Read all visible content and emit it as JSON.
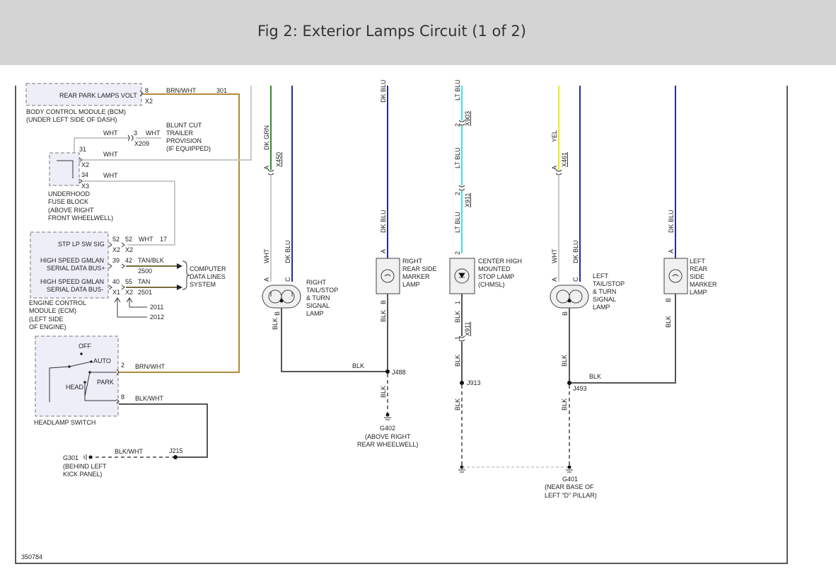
{
  "title": "Fig 2: Exterior Lamps Circuit (1 of 2)",
  "figure_number": "350784",
  "colors": {
    "header_bg": "#d4d4d4",
    "wire_brn_wht": "#b08a3a",
    "wire_dk_grn": "#2e8b2e",
    "wire_dk_blu": "#1a2f9a",
    "wire_lt_blu": "#40e0e0",
    "wire_yel": "#e8e820",
    "wire_wht": "#cccccc",
    "wire_tan": "#7a6a3a",
    "wire_blk": "#444444"
  },
  "bcm": {
    "pin_label": "REAR PARK LAMPS VOLT",
    "pin": "8",
    "connector": "X2",
    "wire": "BRN/WHT",
    "circuit": "301",
    "name": "BODY CONTROL MODULE (BCM)",
    "location": "(UNDER LEFT SIDE OF DASH)"
  },
  "trailer": {
    "wire_a": "WHT",
    "pin": "3",
    "wire_b": "WHT",
    "connector": "X209",
    "label_lines": [
      "BLUNT CUT",
      "TRAILER",
      "PROVISION",
      "(IF EQUIPPED)"
    ]
  },
  "fuse_block": {
    "pin_a": "31",
    "wire_a": "WHT",
    "conn_a": "X2",
    "pin_b": "34",
    "wire_b": "WHT",
    "conn_b": "X3",
    "label_lines": [
      "UNDERHOOD",
      "FUSE BLOCK",
      "(ABOVE RIGHT",
      "FRONT WHEELWELL)"
    ]
  },
  "ecm": {
    "sig1": "STP LP SW SIG",
    "sig1_pin_a": "52",
    "sig1_pin_b": "52",
    "sig1_wire": "WHT",
    "sig1_circuit": "17",
    "sig1_conn_a": "X2",
    "sig1_conn_b": "X2",
    "sig2_line1": "HIGH SPEED GMLAN",
    "sig2_line2": "SERIAL DATA BUS+",
    "sig2_pin_a": "39",
    "sig2_pin_b": "42",
    "sig2_wire": "TAN/BLK",
    "sig2_circuit": "2500",
    "sig3_line1": "HIGH SPEED GMLAN",
    "sig3_line2": "SERIAL DATA BUS-",
    "sig3_pin_a": "40",
    "sig3_pin_b": "55",
    "sig3_wire": "TAN",
    "sig3_circuit": "2501",
    "conn_a": "X1",
    "conn_b": "X2",
    "ref_a": "2011",
    "ref_b": "2012",
    "data_lines": [
      "COMPUTER",
      "DATA LINES",
      "SYSTEM"
    ],
    "label_lines": [
      "ENGINE CONTROL",
      "MODULE (ECM)",
      "(LEFT SIDE",
      "OF ENGINE)"
    ]
  },
  "headlamp_switch": {
    "off": "OFF",
    "auto": "AUTO",
    "head": "HEAD",
    "park": "PARK",
    "pin_a": "2",
    "wire_a": "BRN/WHT",
    "pin_b": "8",
    "wire_b": "BLK/WHT",
    "name": "HEADLAMP SWITCH"
  },
  "g301": {
    "name": "G301",
    "wire": "BLK/WHT",
    "splice": "J215",
    "loc_lines": [
      "(BEHIND LEFT",
      "KICK PANEL)"
    ]
  },
  "right_tail": {
    "wire_top": "DK GRN",
    "conn": "X450",
    "pin_top": "A",
    "wire_a": "WHT",
    "wire_c": "DK BLU",
    "pin_a": "A",
    "pin_c": "C",
    "pin_b": "B",
    "wire_b": "BLK",
    "label_lines": [
      "RIGHT",
      "TAIL/STOP",
      "& TURN",
      "SIGNAL",
      "LAMP"
    ]
  },
  "right_marker": {
    "wire_top": "DK BLU",
    "wire_mid": "DK BLU",
    "pin_a": "A",
    "pin_b": "B",
    "wire_b": "BLK",
    "splice_wire": "BLK",
    "splice": "J488",
    "ground_wire": "BLK",
    "label_lines": [
      "RIGHT",
      "REAR SIDE",
      "MARKER",
      "LAMP"
    ]
  },
  "g402": {
    "name": "G402",
    "loc_lines": [
      "(ABOVE RIGHT",
      "REAR WHEELWELL)"
    ]
  },
  "chmsl": {
    "wire_top": "LT BLU",
    "conn1_pin": "2",
    "conn1": "X903",
    "wire_1": "LT BLU",
    "conn2_pin": "2",
    "conn2": "X911",
    "wire_2": "LT BLU",
    "lamp_pin_top": "2",
    "lamp_pin_bot": "1",
    "wire_3": "BLK",
    "conn3_pin": "1",
    "conn3": "X911",
    "wire_4": "BLK",
    "splice": "J913",
    "wire_5": "BLK",
    "label_lines": [
      "CENTER HIGH",
      "MOUNTED",
      "STOP LAMP",
      "(CHMSL)"
    ]
  },
  "left_tail": {
    "wire_top": "YEL",
    "conn": "X461",
    "pin_top": "A",
    "wire_a": "WHT",
    "wire_c": "DK BLU",
    "pin_a": "A",
    "pin_c": "C",
    "pin_b": "B",
    "wire_b": "BLK",
    "splice_wire": "BLK",
    "splice": "J493",
    "ground_wire": "BLK",
    "label_lines": [
      "LEFT",
      "TAIL/STOP",
      "& TURN",
      "SIGNAL",
      "LAMP"
    ]
  },
  "left_marker": {
    "wire_top": "DK BLU",
    "pin_a": "A",
    "pin_b": "B",
    "wire_b": "BLK",
    "label_lines": [
      "LEFT",
      "REAR",
      "SIDE",
      "MARKER",
      "LAMP"
    ]
  },
  "g401": {
    "name": "G401",
    "loc_lines": [
      "(NEAR BASE OF",
      "LEFT \"D\" PILLAR)"
    ]
  }
}
